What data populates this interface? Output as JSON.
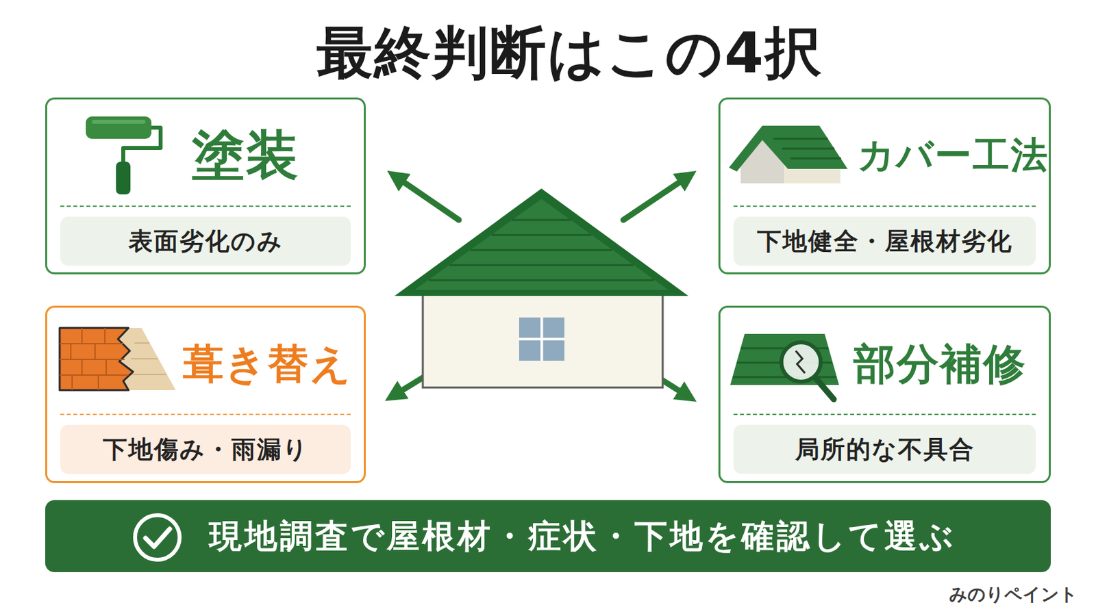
{
  "diagram": {
    "title": "最終判断はこの4択",
    "nodes": [
      {
        "text": [
          "塗装",
          "表面劣化のみ"
        ]
      },
      {
        "text": [
          "カバー工法",
          "下地健全・屋根材劣化"
        ]
      },
      {
        "text": [
          "葺き替え",
          "下地傷み・雨漏り"
        ]
      },
      {
        "text": [
          "部分補修",
          "局所的な不具合"
        ]
      },
      {
        "text": [
          "現地調査で屋根材・症状・下地を確認して選ぶ"
        ]
      }
    ],
    "labels": [
      "みのりペイント"
    ]
  }
}
